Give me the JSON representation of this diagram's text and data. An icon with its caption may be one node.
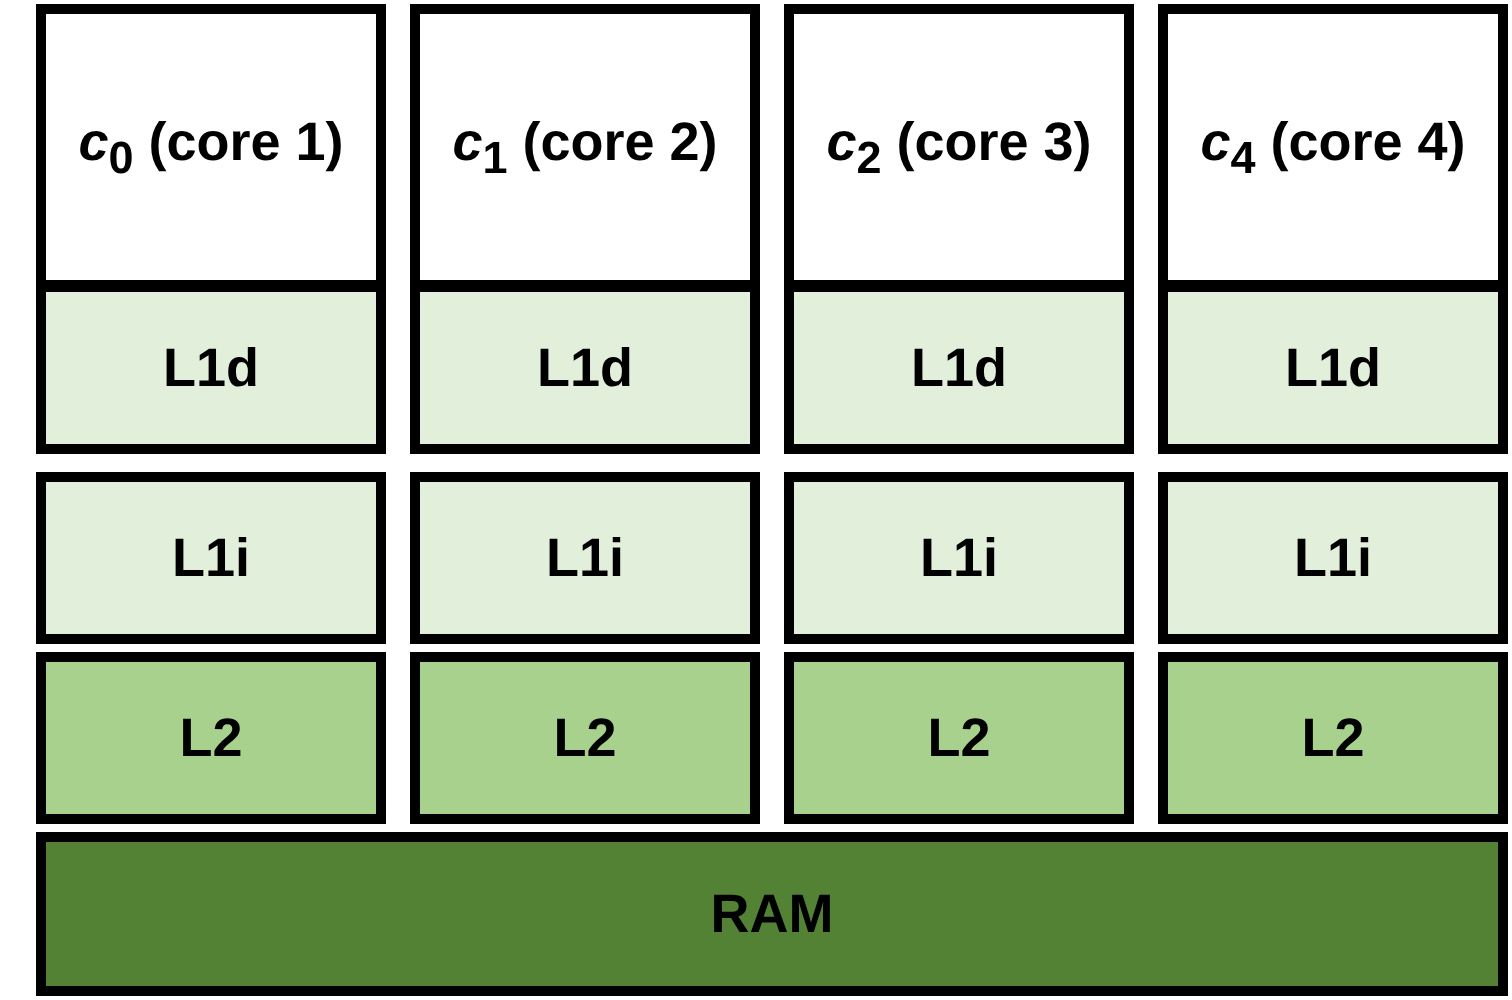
{
  "diagram": {
    "nodes": [
      {
        "text": [
          "*c*$_{0}$ (core 1)"
        ]
      },
      {
        "text": [
          "*c*$_{1}$ (core 2)"
        ]
      },
      {
        "text": [
          "*c*$_{2}$ (core 3)"
        ]
      },
      {
        "text": [
          "*c*$_{4}$ (core 4)"
        ]
      },
      {
        "text": [
          "L1d"
        ]
      },
      {
        "text": [
          "L1d"
        ]
      },
      {
        "text": [
          "L1d"
        ]
      },
      {
        "text": [
          "L1d"
        ]
      },
      {
        "text": [
          "L1i"
        ]
      },
      {
        "text": [
          "L1i"
        ]
      },
      {
        "text": [
          "L1i"
        ]
      },
      {
        "text": [
          "L1i"
        ]
      },
      {
        "text": [
          "L2"
        ]
      },
      {
        "text": [
          "L2"
        ]
      },
      {
        "text": [
          "L2"
        ]
      },
      {
        "text": [
          "L2"
        ]
      },
      {
        "text": [
          "RAM"
        ]
      }
    ]
  }
}
